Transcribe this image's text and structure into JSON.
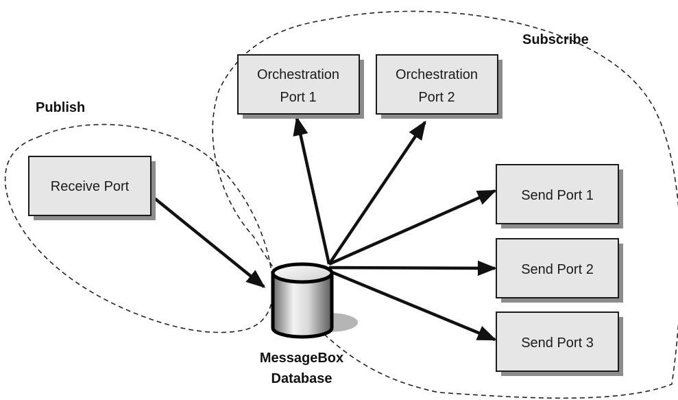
{
  "groups": {
    "publish_label": "Publish",
    "subscribe_label": "Subscribe"
  },
  "nodes": {
    "receive_port": {
      "label": "Receive Port"
    },
    "orchestration_port_1": {
      "line1": "Orchestration",
      "line2": "Port 1"
    },
    "orchestration_port_2": {
      "line1": "Orchestration",
      "line2": "Port 2"
    },
    "send_port_1": {
      "label": "Send Port 1"
    },
    "send_port_2": {
      "label": "Send Port 2"
    },
    "send_port_3": {
      "label": "Send Port 3"
    }
  },
  "database": {
    "line1": "MessageBox",
    "line2": "Database"
  },
  "edges": [
    {
      "from": "receive_port",
      "to": "database"
    },
    {
      "from": "database",
      "to": "orchestration_port_1"
    },
    {
      "from": "database",
      "to": "orchestration_port_2"
    },
    {
      "from": "database",
      "to": "send_port_1"
    },
    {
      "from": "database",
      "to": "send_port_2"
    },
    {
      "from": "database",
      "to": "send_port_3"
    }
  ]
}
